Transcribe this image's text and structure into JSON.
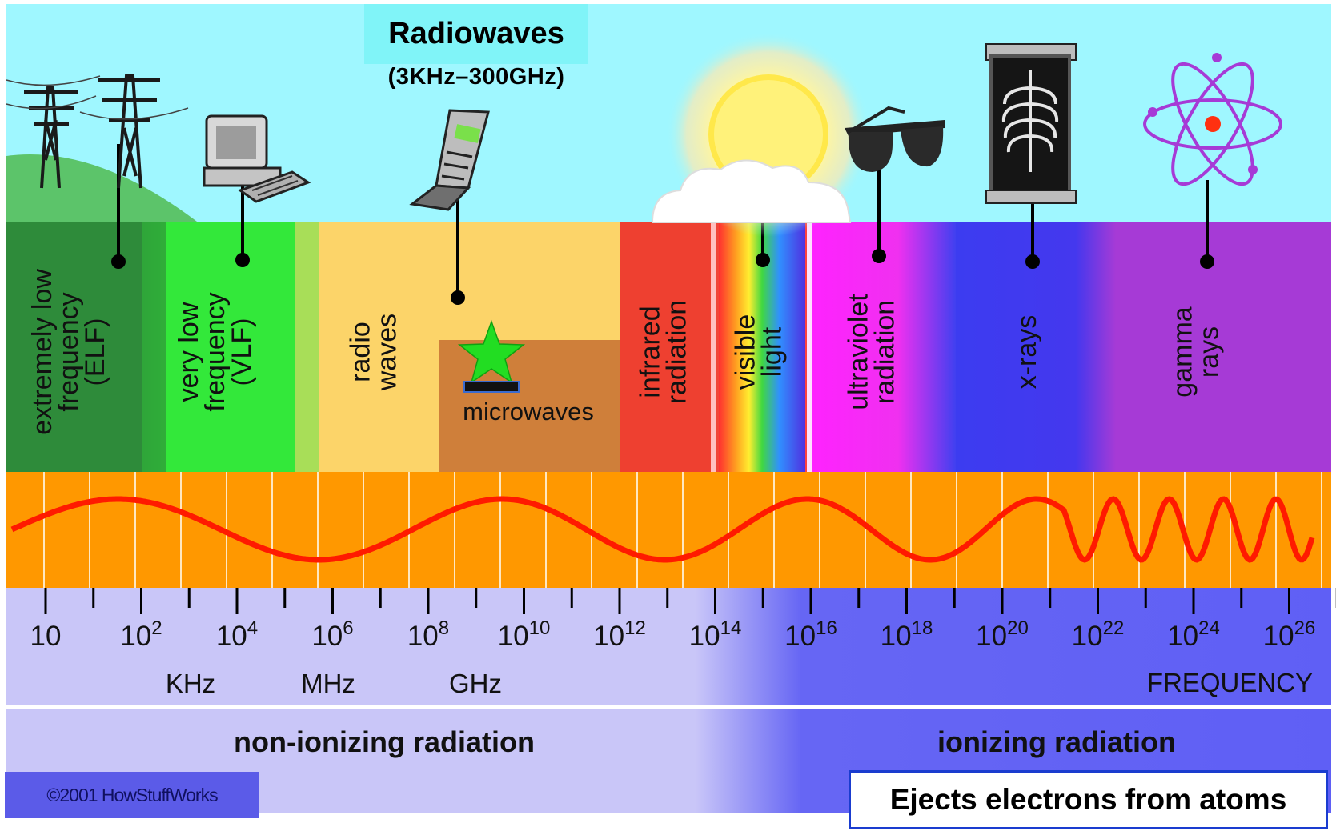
{
  "labels": {
    "radio_title": "Radiowaves",
    "radio_range": "(3KHz–300GHz)",
    "copyright": "©2001 HowStuffWorks",
    "callout": "Ejects electrons from atoms",
    "non_ionizing": "non-ionizing radiation",
    "ionizing": "ionizing radiation",
    "frequency": "FREQUENCY",
    "microwaves": "microwaves"
  },
  "bands": [
    {
      "lines": [
        "extremely low",
        "frequency",
        "(ELF)"
      ],
      "color": "#2e8b3a"
    },
    {
      "lines": [
        "very low",
        "frequency",
        "(VLF)"
      ],
      "color": "#33e83a"
    },
    {
      "lines": [
        "radio",
        "waves"
      ],
      "color": "#fcd469"
    },
    {
      "lines": [
        "infrared",
        "radiation"
      ],
      "color": "#ef3535"
    },
    {
      "lines": [
        "visible",
        "light"
      ],
      "color": "#7fd84a"
    },
    {
      "lines": [
        "ultraviolet",
        "radiation"
      ],
      "color": "#ff22ff"
    },
    {
      "lines": [
        "x-rays"
      ],
      "color": "#3c3cf0"
    },
    {
      "lines": [
        "gamma",
        "rays"
      ],
      "color": "#a63ad6"
    }
  ],
  "frequency_ticks": [
    {
      "base": "10",
      "exp": ""
    },
    {
      "base": "10",
      "exp": "2"
    },
    {
      "base": "10",
      "exp": "4"
    },
    {
      "base": "10",
      "exp": "6"
    },
    {
      "base": "10",
      "exp": "8"
    },
    {
      "base": "10",
      "exp": "10"
    },
    {
      "base": "10",
      "exp": "12"
    },
    {
      "base": "10",
      "exp": "14"
    },
    {
      "base": "10",
      "exp": "16"
    },
    {
      "base": "10",
      "exp": "18"
    },
    {
      "base": "10",
      "exp": "20"
    },
    {
      "base": "10",
      "exp": "22"
    },
    {
      "base": "10",
      "exp": "24"
    },
    {
      "base": "10",
      "exp": "26"
    }
  ],
  "unit_labels": [
    "KHz",
    "MHz",
    "GHz"
  ],
  "icons": [
    "power-tower-icon",
    "computer-icon",
    "cell-phone-icon",
    "sun-icon",
    "sunglasses-icon",
    "x-ray-icon",
    "atom-icon",
    "star-marker-icon"
  ],
  "colors": {
    "sky": "#9ff7ff",
    "wave_band": "#ff9800",
    "wave": "#ff1a00",
    "non_ionizing_bg": "#c9c6f8",
    "ionizing_bg": "#5f5ff5",
    "microwave": "#cf7f3a",
    "star": "#22dd22"
  }
}
